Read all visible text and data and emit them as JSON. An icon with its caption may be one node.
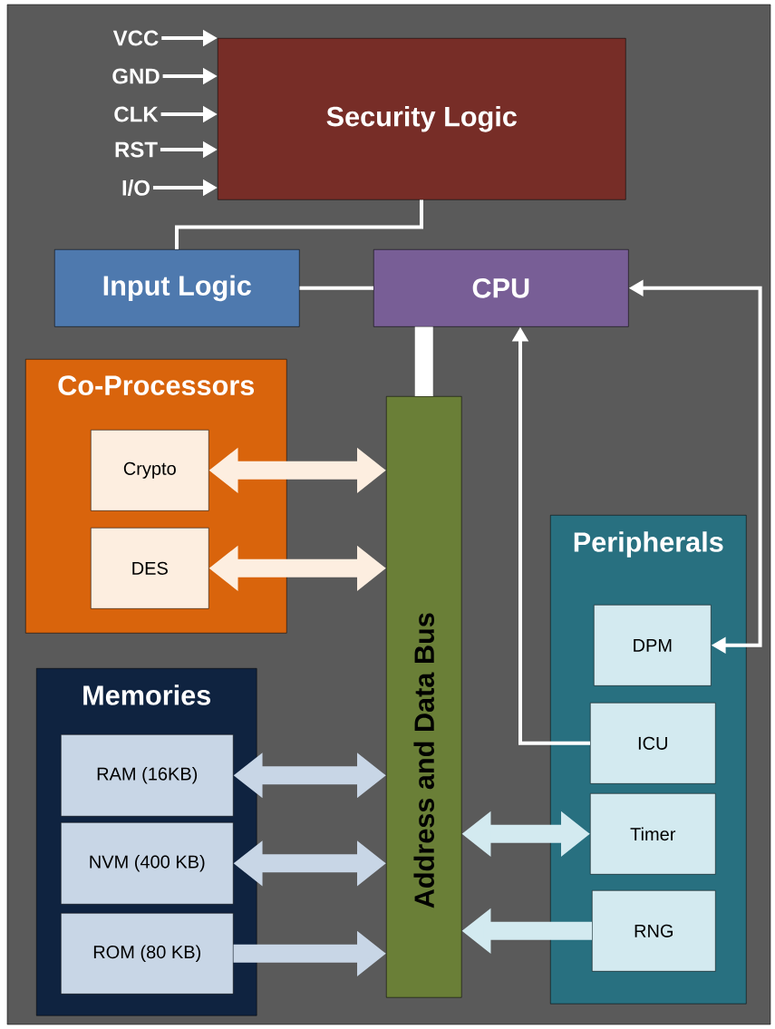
{
  "diagram": {
    "nodes": [
      {
        "text": [
          "Security Logic"
        ]
      },
      {
        "text": [
          "Input Logic"
        ]
      },
      {
        "text": [
          "CPU"
        ]
      },
      {
        "text": [
          "Co-Processors"
        ]
      },
      {
        "text": [
          "Crypto"
        ],
        "in": 3
      },
      {
        "text": [
          "DES"
        ],
        "in": 3
      },
      {
        "text": [
          "Address and Data Bus"
        ]
      },
      {
        "text": [
          "Peripherals"
        ]
      },
      {
        "text": [
          "DPM"
        ],
        "in": 7
      },
      {
        "text": [
          "ICU"
        ],
        "in": 7
      },
      {
        "text": [
          "Timer"
        ],
        "in": 7
      },
      {
        "text": [
          "RNG"
        ],
        "in": 7
      },
      {
        "text": [
          "Memories"
        ]
      },
      {
        "text": [
          "RAM (16KB)"
        ],
        "in": 12
      },
      {
        "text": [
          "NVM (400 KB)"
        ],
        "in": 12
      },
      {
        "text": [
          "ROM (80 KB)"
        ],
        "in": 12
      },
      {
        "text": [
          "VCC"
        ]
      },
      {
        "text": [
          "GND"
        ]
      },
      {
        "text": [
          "CLK"
        ]
      },
      {
        "text": [
          "RST"
        ]
      },
      {
        "text": [
          "I/O"
        ]
      }
    ],
    "edges": [
      {
        "from": 16,
        "to": 0,
        "arrow": "to"
      },
      {
        "from": 17,
        "to": 0,
        "arrow": "to"
      },
      {
        "from": 18,
        "to": 0,
        "arrow": "to"
      },
      {
        "from": 19,
        "to": 0,
        "arrow": "to"
      },
      {
        "from": 20,
        "to": 0,
        "arrow": "to"
      },
      {
        "from": 0,
        "to": 1,
        "arrow": "none"
      },
      {
        "from": 1,
        "to": 2,
        "arrow": "none"
      },
      {
        "from": 2,
        "to": 6,
        "arrow": "none",
        "style": "thick"
      },
      {
        "from": 2,
        "to": 8,
        "arrow": "both"
      },
      {
        "from": 9,
        "to": 2,
        "arrow": "to"
      },
      {
        "from": 4,
        "to": 6,
        "arrow": "both",
        "style": "thick",
        "color": "#fdeee0"
      },
      {
        "from": 5,
        "to": 6,
        "arrow": "both",
        "style": "thick",
        "color": "#fdeee0"
      },
      {
        "from": 13,
        "to": 6,
        "arrow": "both",
        "style": "thick",
        "color": "#c8d6e6"
      },
      {
        "from": 14,
        "to": 6,
        "arrow": "both",
        "style": "thick",
        "color": "#c8d6e6"
      },
      {
        "from": 15,
        "to": 6,
        "arrow": "to",
        "style": "thick",
        "color": "#c8d6e6"
      },
      {
        "from": 10,
        "to": 6,
        "arrow": "both",
        "style": "thick",
        "color": "#d3eaf0"
      },
      {
        "from": 11,
        "to": 6,
        "arrow": "to",
        "style": "thick",
        "color": "#d3eaf0"
      }
    ]
  }
}
